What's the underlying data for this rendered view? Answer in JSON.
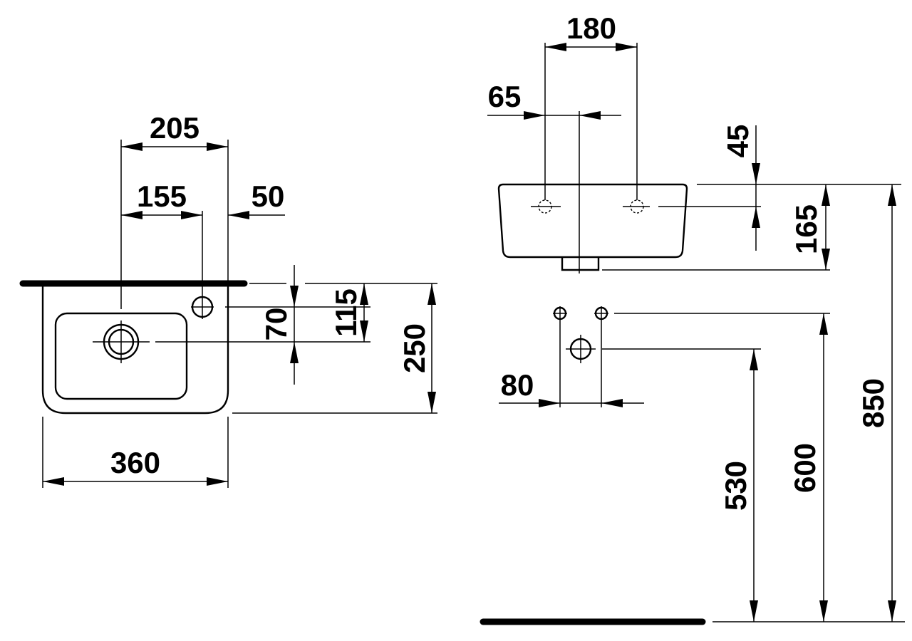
{
  "plan_view": {
    "dimensions": {
      "tap_spacing_width": "205",
      "tap_offset_left": "155",
      "tap_offset_right": "50",
      "tap_hole_depth": "70",
      "tap_center_depth": "115",
      "basin_depth": "250",
      "basin_width": "360"
    }
  },
  "front_view": {
    "dimensions": {
      "fixing_distance": "180",
      "fixing_offset": "65",
      "fixing_height": "45",
      "basin_height": "165",
      "pipe_spacing": "80",
      "waste_height": "530",
      "supply_height": "600",
      "rim_height": "850"
    }
  }
}
